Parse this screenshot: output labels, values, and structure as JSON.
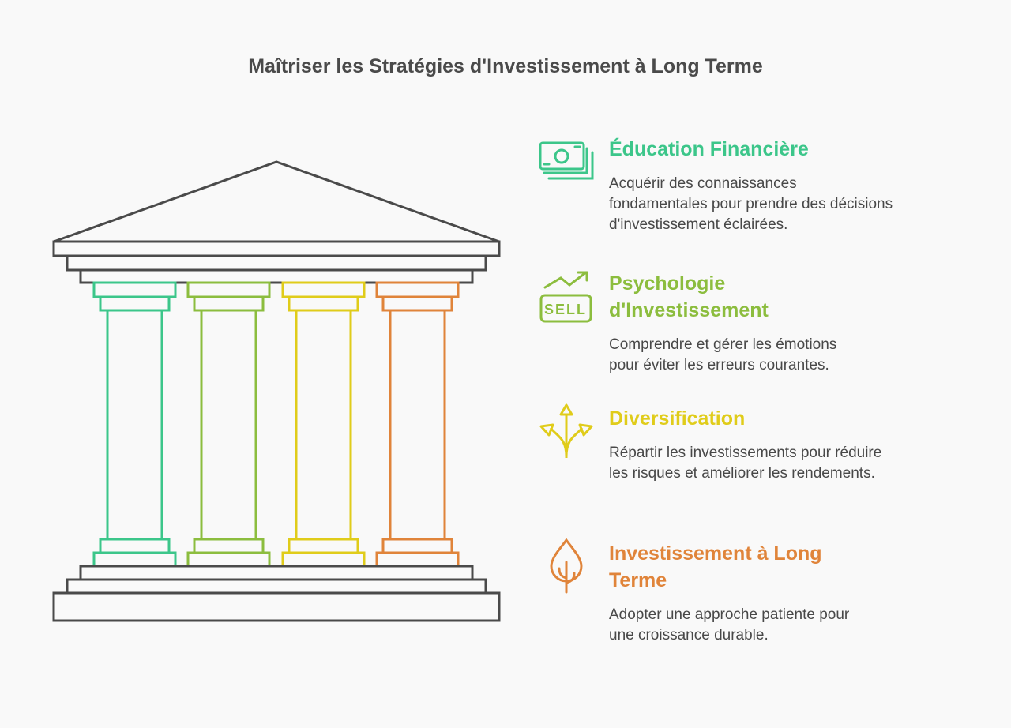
{
  "title": "Maîtriser les Stratégies d'Investissement à Long Terme",
  "colors": {
    "green": "#3cc68a",
    "lime": "#8cbd3e",
    "yellow": "#e0cc1a",
    "orange": "#e0843a",
    "dark": "#4a4a4a"
  },
  "items": [
    {
      "title": "Éducation Financière",
      "text": "Acquérir des connaissances fondamentales pour prendre des décisions d'investissement éclairées.",
      "icon": "money-icon"
    },
    {
      "title": "Psychologie d'Investissement",
      "text": "Comprendre et gérer les émotions pour éviter les erreurs courantes.",
      "icon": "sell-chart-icon",
      "icon_text": "SELL"
    },
    {
      "title": "Diversification",
      "text": "Répartir les investissements pour réduire les risques et améliorer les rendements.",
      "icon": "split-arrows-icon"
    },
    {
      "title": "Investissement à Long Terme",
      "text": "Adopter une approche patiente pour une croissance durable.",
      "icon": "tree-icon"
    }
  ]
}
